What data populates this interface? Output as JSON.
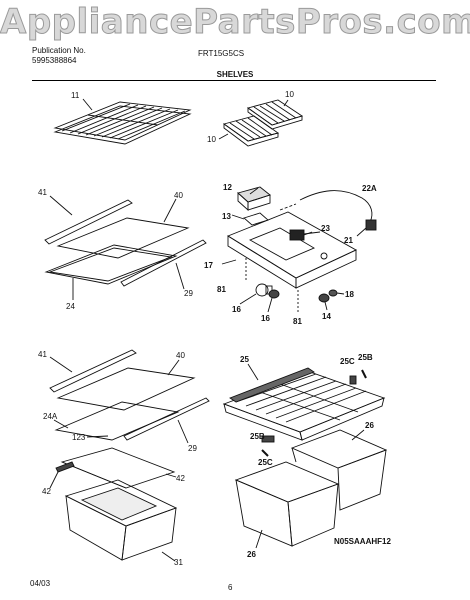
{
  "watermark": "AppliancePartsPros.com",
  "header": {
    "publication_label": "Publication No.",
    "publication_number": "5995388864",
    "model": "FRT15G5CS",
    "section_title": "SHELVES"
  },
  "footer": {
    "date": "04/03",
    "page": "6",
    "drawing_code": "N05SAAAHF12"
  },
  "callouts": {
    "c11": "11",
    "c10a": "10",
    "c10b": "10",
    "c41a": "41",
    "c40a": "40",
    "c29a": "29",
    "c24": "24",
    "c12": "12",
    "c13": "13",
    "c22a": "22A",
    "c23": "23",
    "c21": "21",
    "c17": "17",
    "c81a": "81",
    "c81b": "81",
    "c16a": "16",
    "c16b": "16",
    "c18": "18",
    "c14": "14",
    "c41b": "41",
    "c40b": "40",
    "c24a": "24A",
    "c123": "123",
    "c29b": "29",
    "c42a": "42",
    "c42b": "42",
    "c31": "31",
    "c25": "25",
    "c25c": "25C",
    "c25b": "25B",
    "c25b2": "25B",
    "c25c2": "25C",
    "c26a": "26",
    "c26b": "26"
  }
}
